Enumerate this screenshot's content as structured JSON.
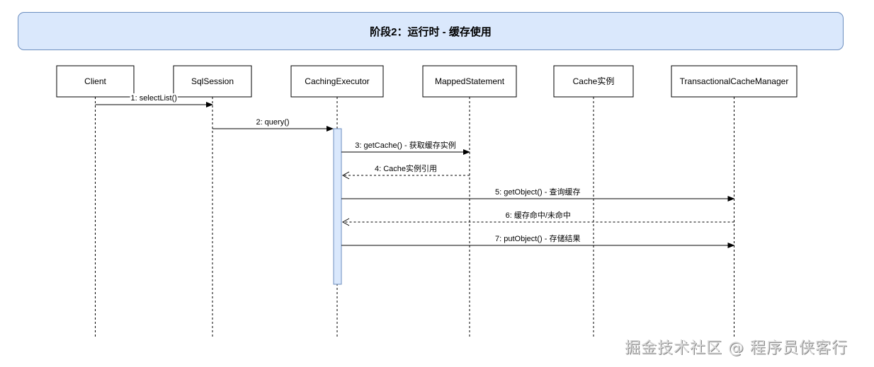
{
  "title": "阶段2：运行时 - 缓存使用",
  "actors": [
    {
      "id": "client",
      "label": "Client"
    },
    {
      "id": "sqlsession",
      "label": "SqlSession"
    },
    {
      "id": "cachingexecutor",
      "label": "CachingExecutor"
    },
    {
      "id": "mappedstatement",
      "label": "MappedStatement"
    },
    {
      "id": "cache",
      "label": "Cache实例"
    },
    {
      "id": "tcm",
      "label": "TransactionalCacheManager"
    }
  ],
  "messages": [
    {
      "from": 0,
      "to": 1,
      "label": "1: selectList()",
      "type": "sync"
    },
    {
      "from": 1,
      "to": 2,
      "label": "2: query()",
      "type": "sync"
    },
    {
      "from": 2,
      "to": 3,
      "label": "3: getCache() - 获取缓存实例",
      "type": "sync"
    },
    {
      "from": 3,
      "to": 2,
      "label": "4: Cache实例引用",
      "type": "return"
    },
    {
      "from": 2,
      "to": 5,
      "label": "5: getObject() - 查询缓存",
      "type": "sync"
    },
    {
      "from": 5,
      "to": 2,
      "label": "6: 缓存命中/未命中",
      "type": "return"
    },
    {
      "from": 2,
      "to": 5,
      "label": "7: putObject() - 存储结果",
      "type": "sync"
    }
  ],
  "colors": {
    "title_fill": "#dae8fc",
    "title_stroke": "#6c8ebf",
    "activation_fill": "#dae8fc"
  },
  "watermark": "掘金技术社区 @ 程序员侠客行"
}
